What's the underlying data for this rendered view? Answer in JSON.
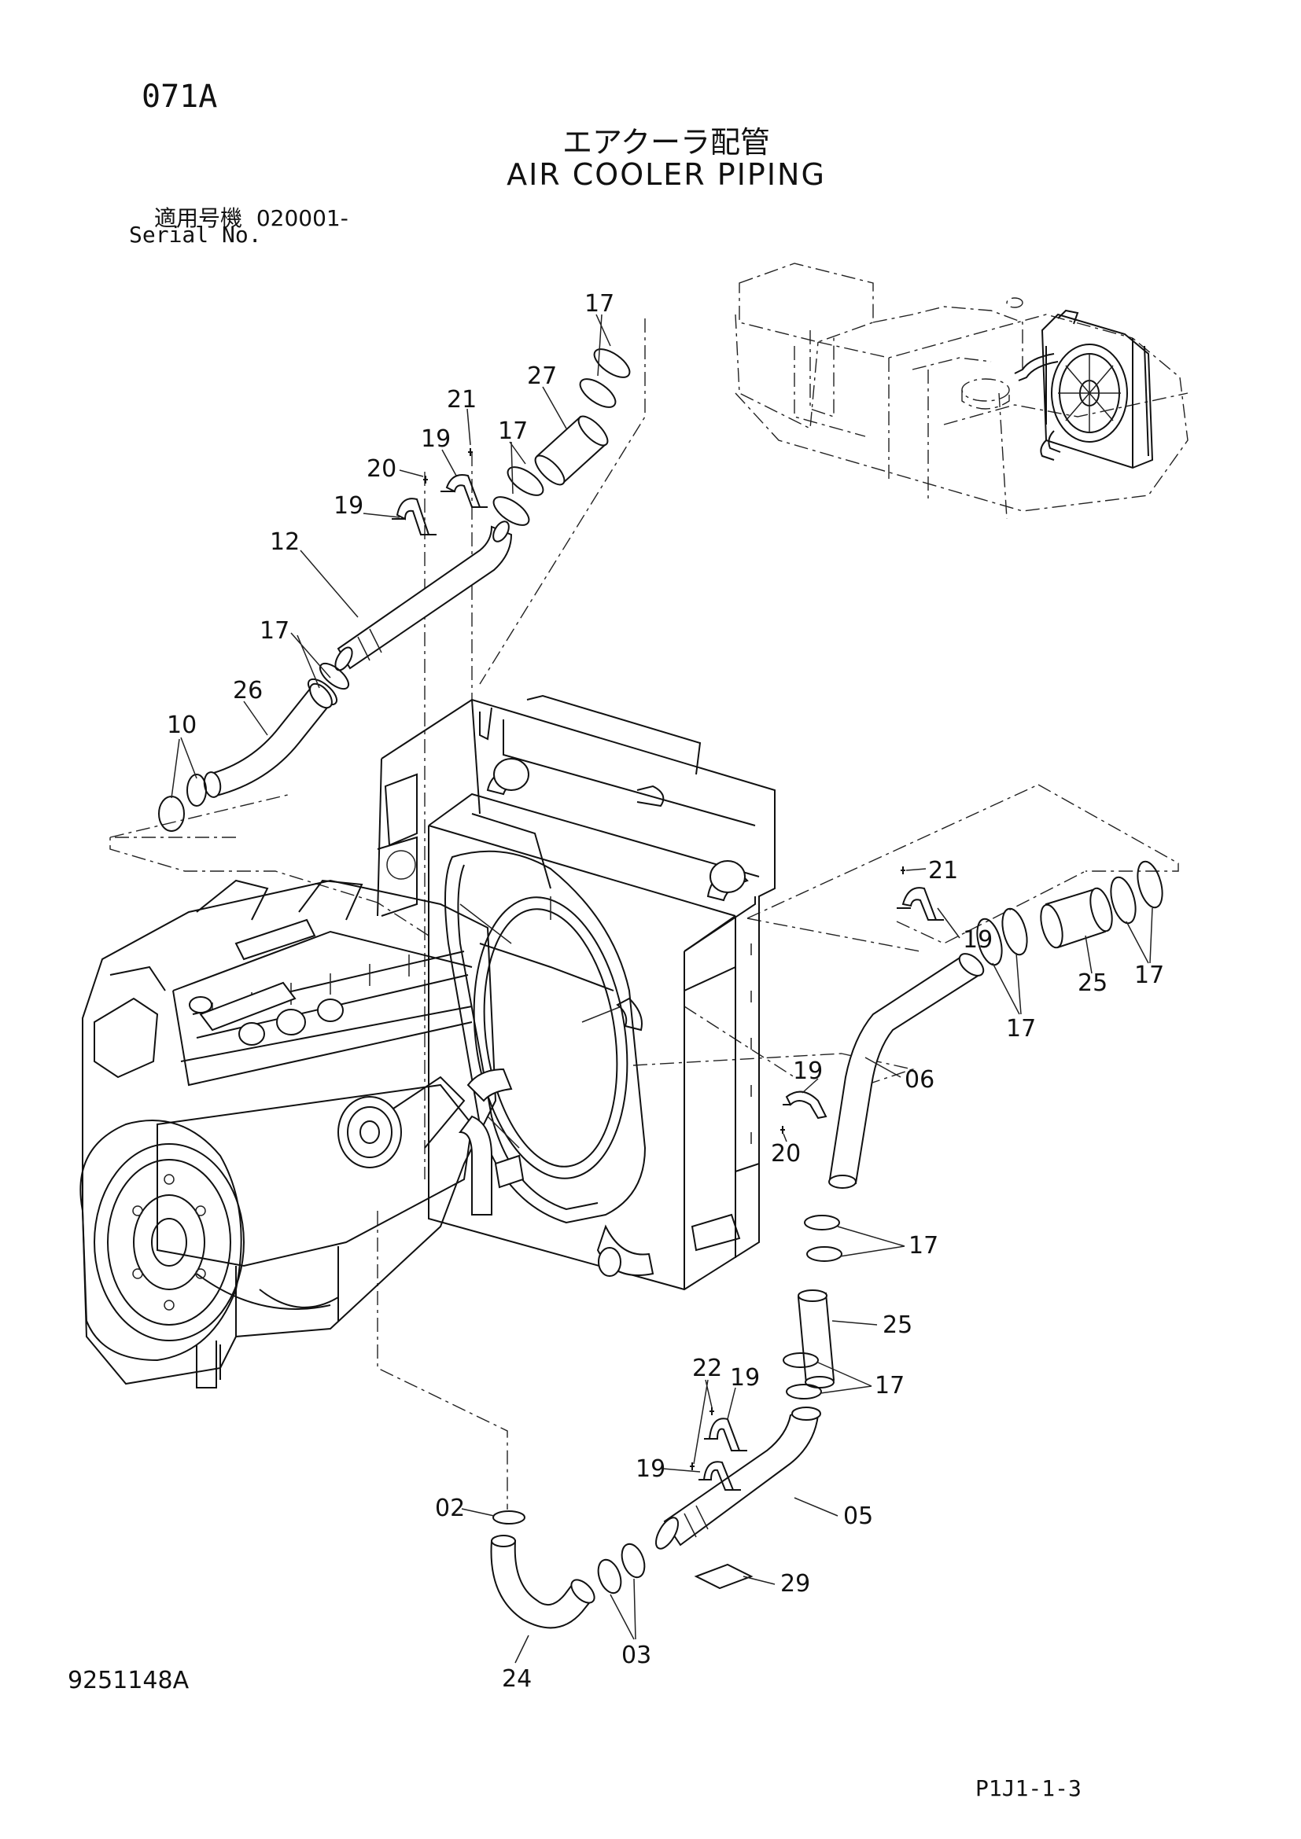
{
  "header": {
    "page_code": "071A",
    "title_jp": "エアクーラ配管",
    "title_en": "AIR COOLER PIPING",
    "serial_label_jp": "適用号機",
    "serial_label_en": "Serial No.",
    "serial_value": "020001-"
  },
  "footer": {
    "drawing_number": "9251148A",
    "sheet_ref": "P1J1-1-3"
  },
  "callouts": {
    "c17_top": "17",
    "c27": "27",
    "c21_top": "21",
    "c19_top": "19",
    "c17_mid": "17",
    "c20_top": "20",
    "c19_left": "19",
    "c12": "12",
    "c17_left": "17",
    "c26": "26",
    "c10": "10",
    "c21_right": "21",
    "c19_right": "19",
    "c25_right": "25",
    "c17_far_right": "17",
    "c17_right_low": "17",
    "c19_mid_right": "19",
    "c06": "06",
    "c20_mid_right": "20",
    "c17_hose_a": "17",
    "c25_low": "25",
    "c17_hose_b": "17",
    "c22": "22",
    "c19_low_a": "19",
    "c19_low_b": "19",
    "c02": "02",
    "c05": "05",
    "c29": "29",
    "c24": "24",
    "c03": "03"
  }
}
